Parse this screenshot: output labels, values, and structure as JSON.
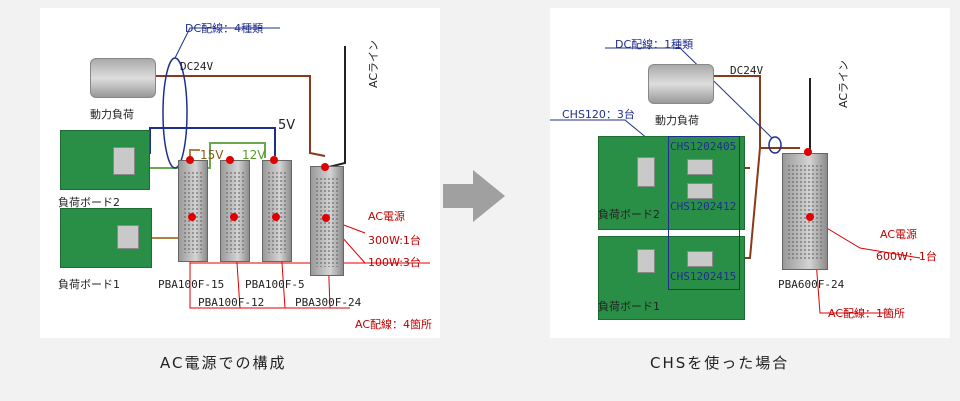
{
  "left": {
    "dc_wiring_label": "DC配線：4種類",
    "dc24v_label": "DC24V",
    "motor_label": "動力負荷",
    "v5_label": "5V",
    "v15_label": "15V",
    "v12_label": "12V",
    "ac_line_label": "ACライン",
    "board2_label": "負荷ボード2",
    "board1_label": "負荷ボード1",
    "ac_power_label": "AC電源",
    "watt1_label": "300W:1台",
    "watt2_label": "100W:3台",
    "psu1_label": "PBA100F-15",
    "psu2_label": "PBA100F-12",
    "psu3_label": "PBA100F-5",
    "psu4_label": "PBA300F-24",
    "ac_wiring_label": "AC配線：4箇所",
    "caption": "AC電源での構成"
  },
  "right": {
    "dc_wiring_label": "DC配線：1種類",
    "dc24v_label": "DC24V",
    "motor_label": "動力負荷",
    "chs_count_label": "CHS120：3台",
    "ac_line_label": "ACライン",
    "chs1_label": "CHS1202405",
    "chs2_label": "CHS1202412",
    "chs3_label": "CHS1202415",
    "board2_label": "負荷ボード2",
    "board1_label": "負荷ボード1",
    "ac_power_label": "AC電源",
    "watt_label": "600W：1台",
    "psu_label": "PBA600F-24",
    "ac_wiring_label": "AC配線：1箇所",
    "caption": "CHSを使った場合"
  },
  "colors": {
    "board_green": "#2a8f46",
    "ac_red": "#c00000",
    "dc_blue": "#1f2f8f",
    "wire_brown": "#8a3a1a",
    "arrow_gray": "#a0a0a0"
  }
}
